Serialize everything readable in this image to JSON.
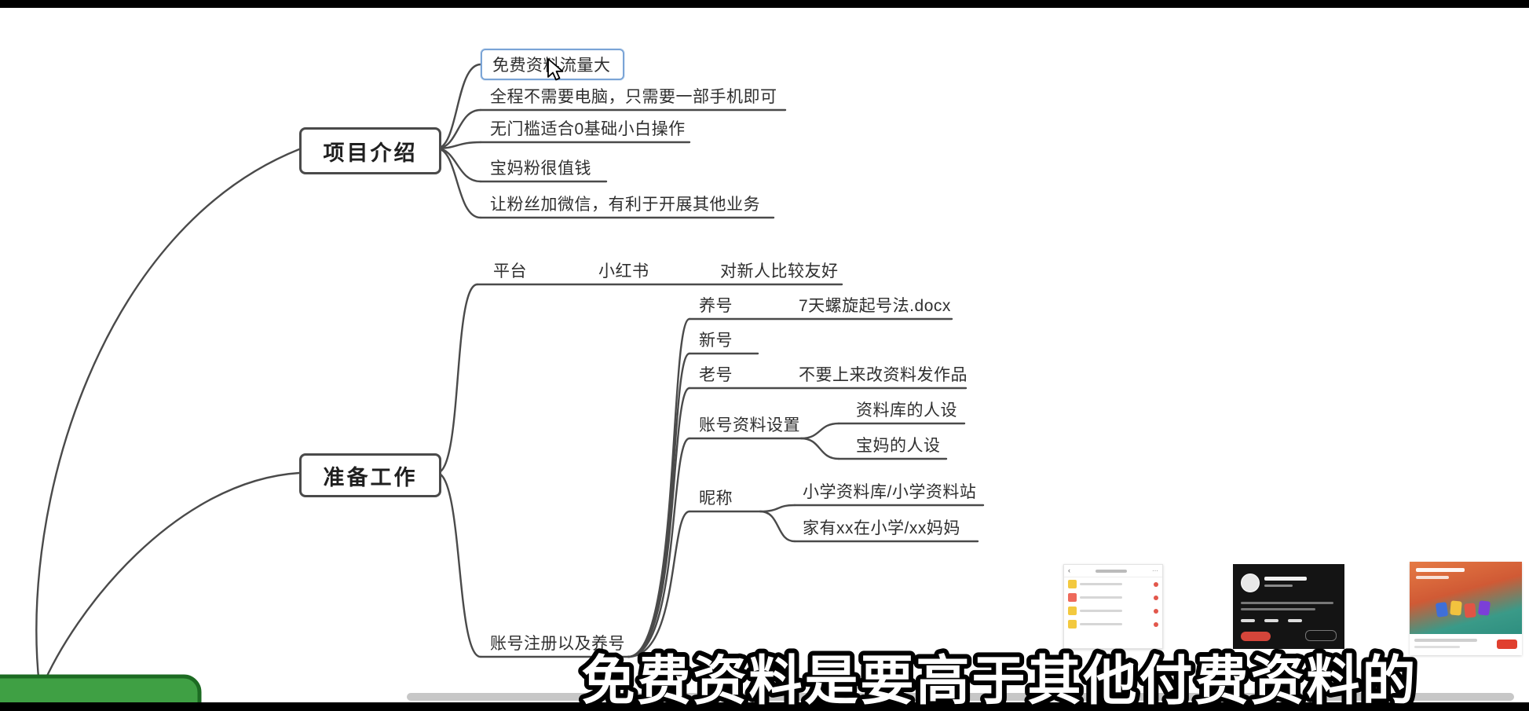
{
  "subtitle": "免费资料是要高于其他付费资料的",
  "colors": {
    "selection_border": "#7aa4d6",
    "branch_border": "#4a4a4a",
    "connector": "#4a4a4a",
    "root_node_fill": "#3fa044",
    "root_node_stroke": "#1c6b22",
    "scrollbar": "#c7c7c7",
    "subtitle_fill": "#ffffff",
    "subtitle_stroke": "#000000"
  },
  "mindmap": {
    "branch_project": {
      "label": "项目介绍",
      "children": [
        {
          "label": "免费资料流量大"
        },
        {
          "label": "全程不需要电脑，只需要一部手机即可"
        },
        {
          "label": "无门槛适合0基础小白操作"
        },
        {
          "label": "宝妈粉很值钱"
        },
        {
          "label": "让粉丝加微信，有利于开展其他业务"
        }
      ]
    },
    "branch_prep": {
      "label": "准备工作",
      "platform": {
        "label": "平台",
        "value": "小红书",
        "note": "对新人比较友好"
      },
      "account": {
        "label": "账号注册以及养号",
        "children": [
          {
            "label": "养号",
            "note": "7天螺旋起号法.docx"
          },
          {
            "label": "新号"
          },
          {
            "label": "老号",
            "note": "不要上来改资料发作品"
          },
          {
            "label": "账号资料设置",
            "children": [
              "资料库的人设",
              "宝妈的人设"
            ]
          },
          {
            "label": "昵称",
            "children": [
              "小学资料库/小学资料站",
              "家有xx在小学/xx妈妈"
            ]
          }
        ]
      }
    }
  }
}
